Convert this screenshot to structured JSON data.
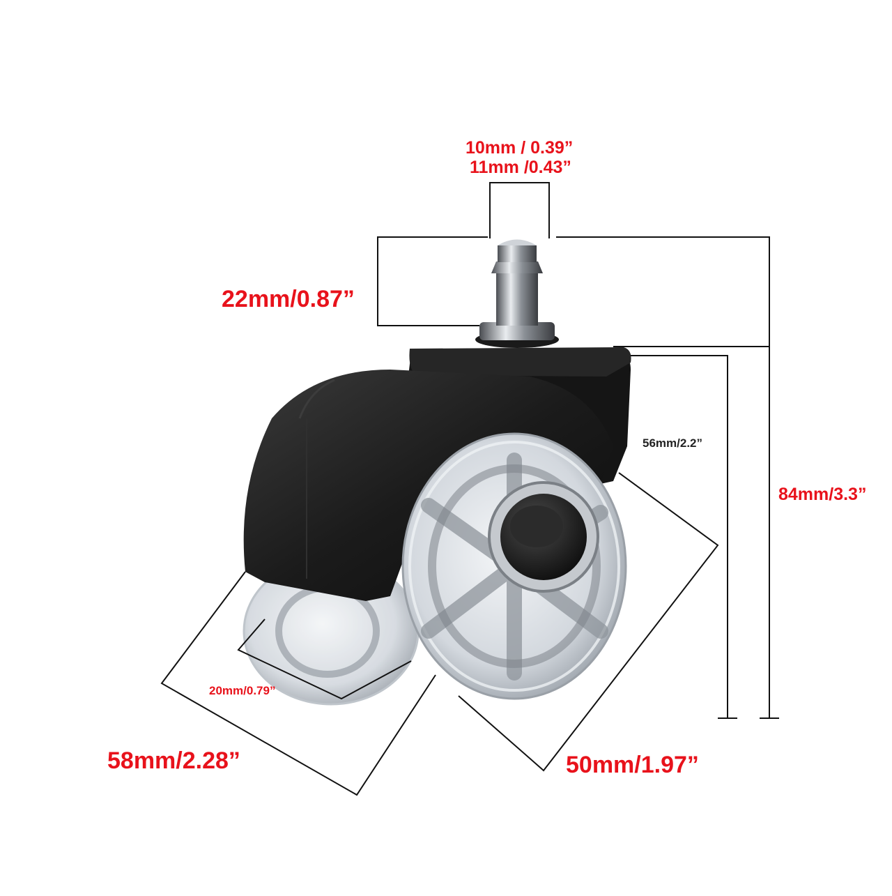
{
  "dimensions": {
    "stem_diameter_a": "10mm / 0.39”",
    "stem_diameter_b": "11mm /0.43”",
    "stem_length": "22mm/0.87”",
    "body_height": "56mm/2.2”",
    "total_height": "84mm/3.3”",
    "wheel_spacing": "20mm/0.79”",
    "overall_width": "58mm/2.28”",
    "wheel_diameter": "50mm/1.97”"
  },
  "colors": {
    "label_red": "#e8121b",
    "label_dark": "#222222",
    "housing": "#1c1c1c",
    "wheel_clear": "#d7dbe0",
    "hub_silver": "#a9adb2"
  },
  "product": {
    "image": "office-chair-caster-icon"
  }
}
